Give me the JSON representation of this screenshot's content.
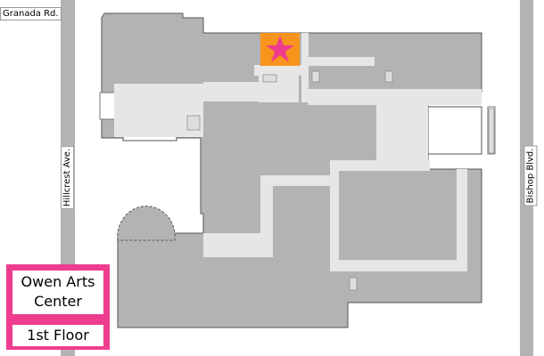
{
  "streets": {
    "north": "Granada Rd.",
    "west": "Hillcrest Ave.",
    "east": "Bishop Blvd."
  },
  "building": {
    "name": "Owen Arts Center",
    "floor": "1st Floor"
  },
  "marker": {
    "icon": "star-icon",
    "label_visible": false
  },
  "colors": {
    "building": "#b3b3b3",
    "corridor": "#e6e6e6",
    "road": "#b3b3b3",
    "highlight_room": "#f7941d",
    "marker": "#ee3d8f",
    "title_frame": "#ee3d8f"
  }
}
